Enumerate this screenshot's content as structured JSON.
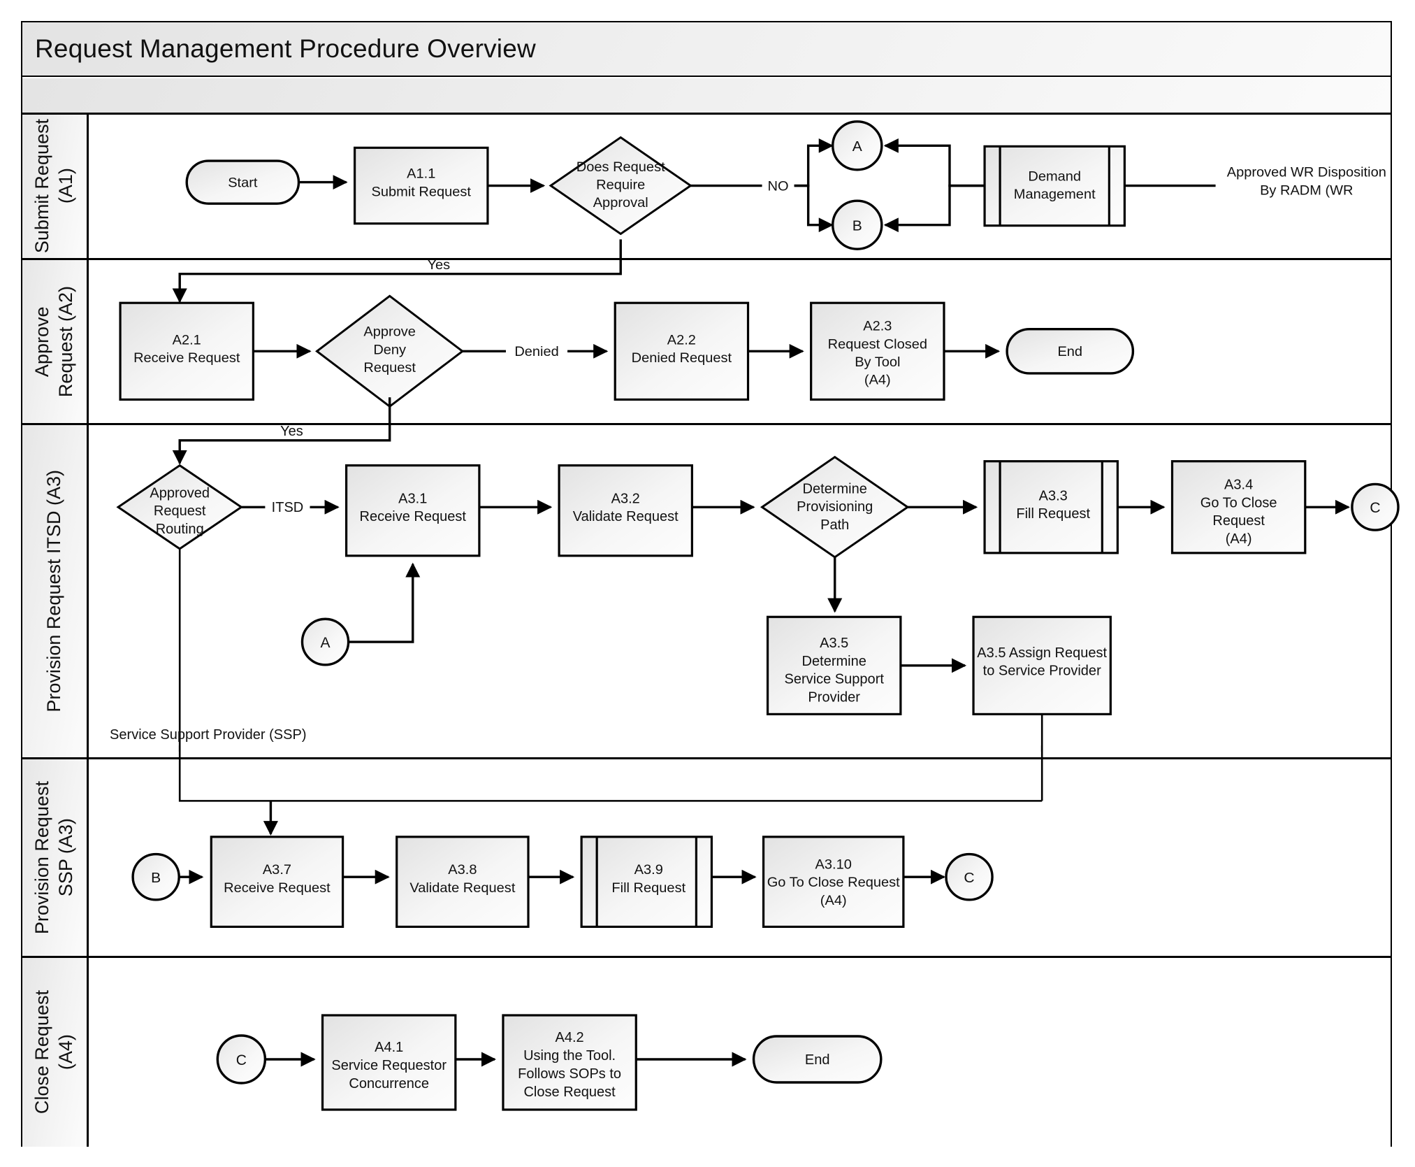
{
  "title": "Request Management Procedure Overview",
  "lanes": [
    {
      "id": "a1",
      "label": "Submit Request\n(A1)"
    },
    {
      "id": "a2",
      "label": "Approve\nRequest (A2)"
    },
    {
      "id": "a3",
      "label": "Provision Request ITSD (A3)"
    },
    {
      "id": "ssp",
      "label": "Provision Request\nSSP (A3)"
    },
    {
      "id": "a4",
      "label": "Close Request\n(A4)"
    }
  ],
  "a1": {
    "start": "Start",
    "submit": "A1.1\nSubmit Request",
    "decision": "Does Request\nRequire\nApproval",
    "edge_no": "NO",
    "conn_a": "A",
    "conn_b": "B",
    "demand": "Demand\nManagement",
    "note": "Approved WR Disposition\nBy RADM (WR"
  },
  "a2": {
    "edge_yes": "Yes",
    "receive": "A2.1\nReceive Request",
    "decision": "Approve\nDeny\nRequest",
    "edge_denied": "Denied",
    "denied": "A2.2\nDenied Request",
    "closed": "A2.3\nRequest Closed\nBy Tool\n(A4)",
    "end": "End"
  },
  "a3": {
    "edge_yes": "Yes",
    "routing": "Approved\nRequest\nRouting",
    "edge_itsd": "ITSD",
    "receive": "A3.1\nReceive Request",
    "validate": "A3.2\nValidate Request",
    "decision": "Determine\nProvisioning\nPath",
    "fill": "A3.3\nFill Request",
    "goto_close": "A3.4\nGo To Close\nRequest\n(A4)",
    "conn_c": "C",
    "conn_a": "A",
    "determine_ssp": "A3.5\nDetermine\nService Support\nProvider",
    "assign_ssp": "A3.5 Assign Request\nto Service Provider",
    "ssp_note": "Service Support Provider (SSP)"
  },
  "ssp": {
    "conn_b": "B",
    "receive": "A3.7\nReceive Request",
    "validate": "A3.8\nValidate Request",
    "fill": "A3.9\nFill Request",
    "goto_close": "A3.10\nGo To Close Request\n(A4)",
    "conn_c": "C"
  },
  "a4": {
    "conn_c": "C",
    "concurrence": "A4.1\nService Requestor\nConcurrence",
    "using_tool": "A4.2\nUsing the Tool.\nFollows SOPs to\nClose  Request",
    "end": "End"
  },
  "colors": {
    "stroke": "#000000",
    "shape_fill_light": "#fdfdfd",
    "shape_fill_dark": "#e3e3e3",
    "lane_header": "#eeeeee",
    "page_bg": "#ffffff"
  }
}
